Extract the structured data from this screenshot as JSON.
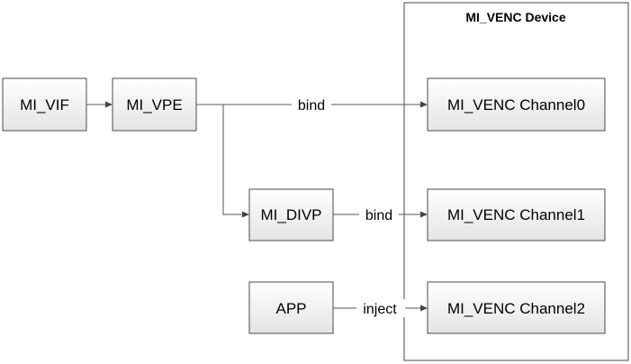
{
  "device": {
    "title": "MI_VENC Device"
  },
  "nodes": {
    "vif": "MI_VIF",
    "vpe": "MI_VPE",
    "divp": "MI_DIVP",
    "app": "APP",
    "ch0": "MI_VENC Channel0",
    "ch1": "MI_VENC Channel1",
    "ch2": "MI_VENC Channel2"
  },
  "edges": {
    "vpe_ch0": "bind",
    "divp_ch1": "bind",
    "app_ch2": "inject"
  }
}
